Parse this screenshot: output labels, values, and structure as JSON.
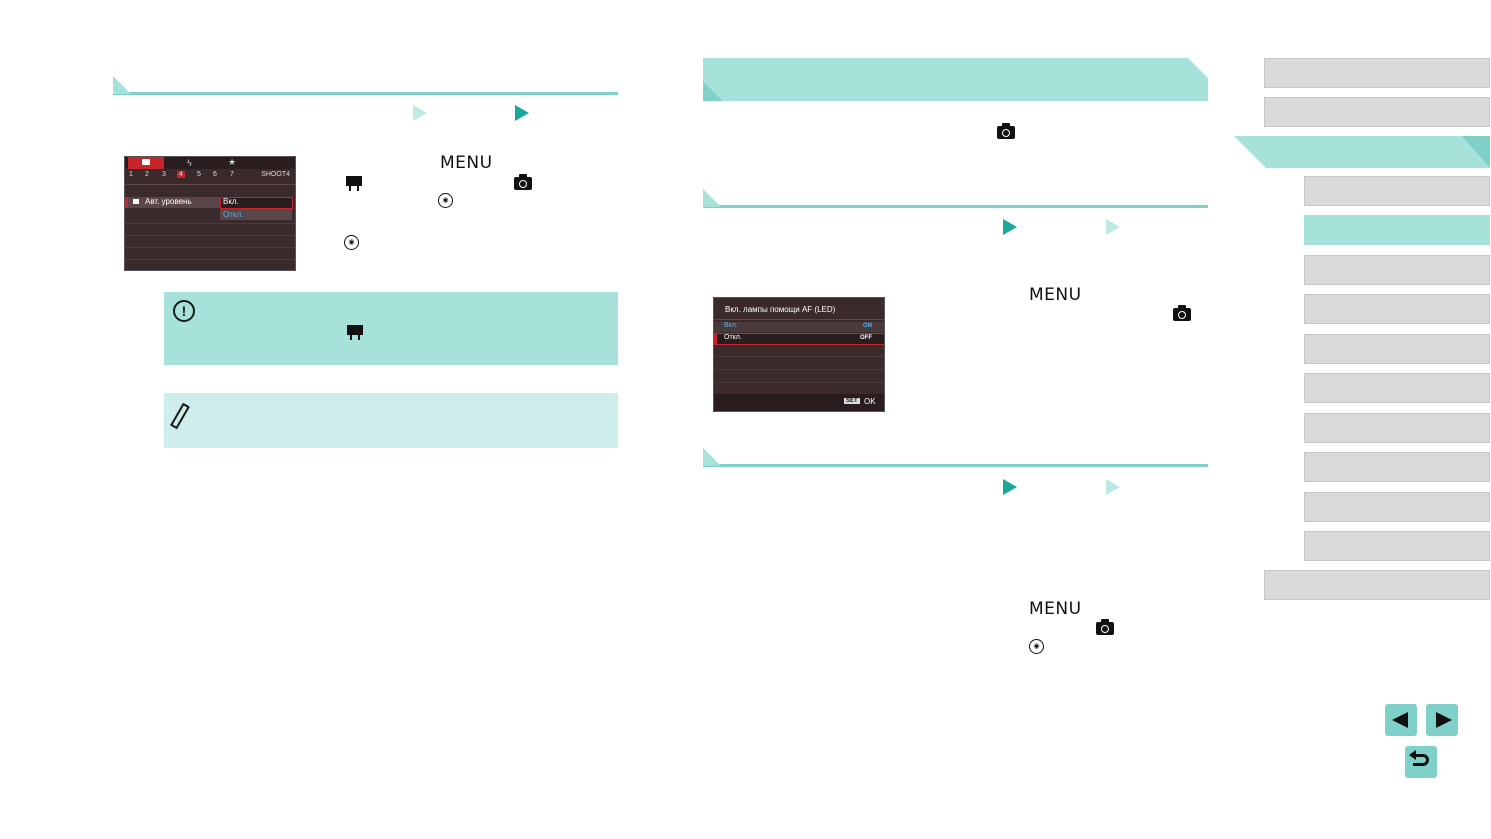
{
  "left_screen": {
    "tabs": [
      "1",
      "2",
      "3",
      "4",
      "5",
      "6",
      "7"
    ],
    "tab_label": "SHOOT4",
    "item_label": "Авт. уровень",
    "options": [
      "Вкл.",
      "Откл."
    ]
  },
  "right_screen": {
    "title": "Вкл. лампы помощи AF (LED)",
    "options": [
      {
        "label": "Вкл.",
        "value": "ON"
      },
      {
        "label": "Откл.",
        "value": "OFF"
      }
    ],
    "set_label": "SET",
    "ok_label": "OK"
  },
  "glyphs": {
    "menu": "MENU"
  },
  "icons": [
    "triangle-corner-icon",
    "play-triangle-icon",
    "camera-icon",
    "movie-icon",
    "func-set-icon",
    "caution-icon",
    "pencil-icon",
    "prev-page-icon",
    "next-page-icon",
    "return-icon"
  ],
  "nav": {
    "tab_count": 14,
    "active_tab": 2,
    "highlighted_subtab": 1
  },
  "colors": {
    "accent": "#7fd0c8",
    "accent_light": "#a6e2d9",
    "accent_dark": "#1aa89a",
    "tab_gray": "#d9d9d9",
    "screen_bg": "#3a2a2c",
    "screen_highlight": "#c8242c",
    "screen_option_blue": "#4fb3e8"
  }
}
